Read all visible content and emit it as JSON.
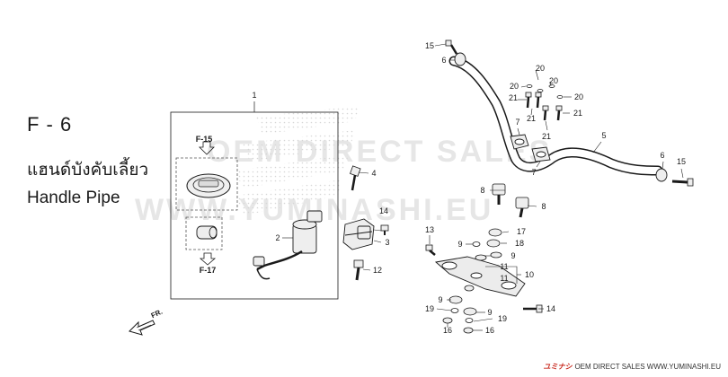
{
  "page": {
    "section_code": "F - 6",
    "title_thai": "แฮนด์บังคับเลี้ยว",
    "title_english": "Handle Pipe",
    "front_marker": "FR.",
    "footer_brand": "ユミナシ",
    "footer_text": "OEM DIRECT SALES WWW.YUMINASHI.EU"
  },
  "watermark": {
    "line1": "OEM DIRECT SALES",
    "line2": "WWW.YUMINASHI.EU"
  },
  "refs": {
    "top": "F-15",
    "bottom": "F-17"
  },
  "callouts": [
    "1",
    "2",
    "3",
    "4",
    "5",
    "6",
    "6",
    "7",
    "7",
    "8",
    "8",
    "9",
    "9",
    "9",
    "9",
    "10",
    "11",
    "11",
    "12",
    "13",
    "14",
    "14",
    "15",
    "15",
    "16",
    "16",
    "17",
    "18",
    "19",
    "19",
    "20",
    "20",
    "20",
    "20",
    "21",
    "21",
    "21",
    "21"
  ],
  "colors": {
    "line": "#1a1a1a",
    "part_fill": "#f2f2f2",
    "watermark": "#e6e6e6",
    "brand": "#c8281e"
  }
}
